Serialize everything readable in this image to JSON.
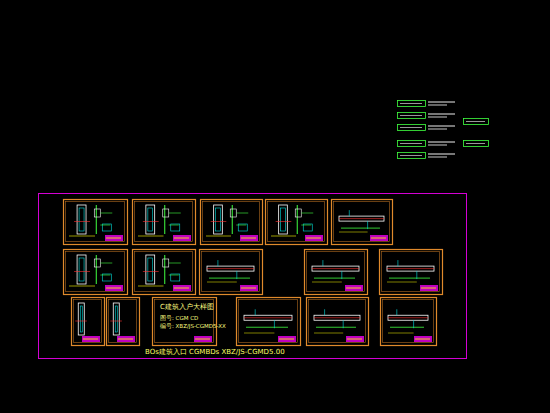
{
  "diagram": {
    "labels": [
      "C建筑入户大样图",
      "图号: CGM CD",
      "编号: XBZ/JS-CGMD5-XX",
      "BOs建筑入口 CGMBDs XBZ/JS-CGMD5.00"
    ]
  }
}
